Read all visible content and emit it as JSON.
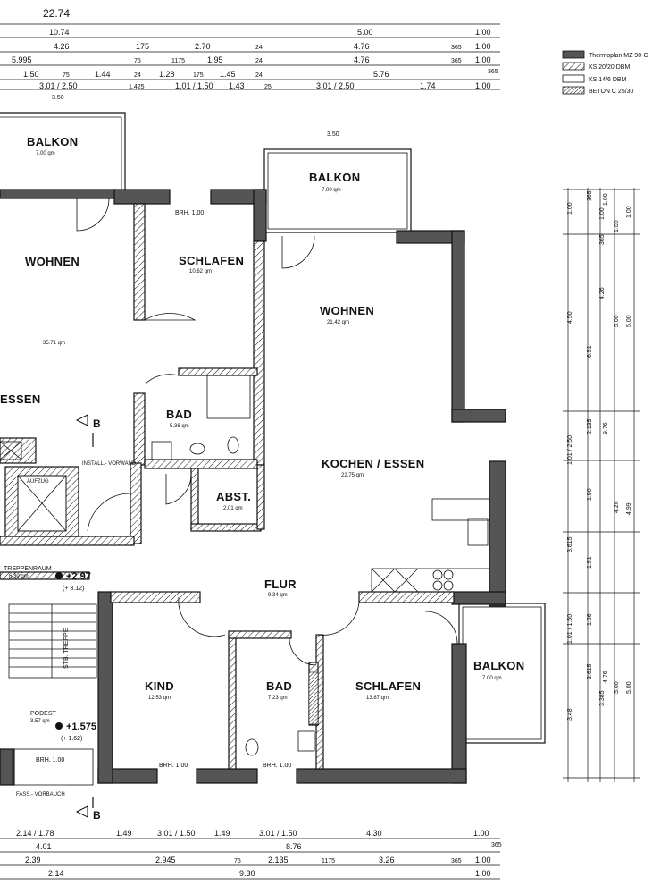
{
  "top_dimensions": {
    "overall": "22.74",
    "row1": [
      "10.74",
      "5.00",
      "1.00"
    ],
    "row2": [
      "4.26",
      "175",
      "2.70",
      "24",
      "4.76",
      "365",
      "1.00"
    ],
    "row3": [
      "5.995",
      "75",
      "1175",
      "1.95",
      "24",
      "4.76",
      "365",
      "1.00"
    ],
    "row4": [
      "1.50",
      "75",
      "1.44",
      "24",
      "1.28",
      "175",
      "1.45",
      "24",
      "5.76",
      "365"
    ],
    "row5": [
      "3.01 / 2.50",
      "1.425",
      "1.01 / 1.50",
      "1.43",
      "25",
      "3.01 / 2.50",
      "1.74",
      "1.00"
    ],
    "small": "3.50"
  },
  "legend": [
    {
      "label": "Thermoplan  MZ 90-G",
      "swatch": "solid"
    },
    {
      "label": "KS 20/20  DBM",
      "swatch": "hatch"
    },
    {
      "label": "KS 14/6  DBM",
      "swatch": "empty"
    },
    {
      "label": "BETON  C 25/30",
      "swatch": "hatch-dense"
    }
  ],
  "rooms": [
    {
      "name": "BALKON",
      "area": "7.00 qm"
    },
    {
      "name": "BALKON",
      "area": "7.00 qm"
    },
    {
      "name": "WOHNEN",
      "area": ""
    },
    {
      "name": "ESSEN",
      "area": "35.71 qm"
    },
    {
      "name": "SCHLAFEN",
      "area": "10.62 qm"
    },
    {
      "name": "WOHNEN",
      "area": "21.42 qm"
    },
    {
      "name": "BAD",
      "area": "5.36 qm"
    },
    {
      "name": "KOCHEN / ESSEN",
      "area": "22.75 qm"
    },
    {
      "name": "ABST.",
      "area": "2.01 qm"
    },
    {
      "name": "FLUR",
      "area": "9.34 qm"
    },
    {
      "name": "KIND",
      "area": "12.53 qm"
    },
    {
      "name": "BAD",
      "area": "7.23 qm"
    },
    {
      "name": "SCHLAFEN",
      "area": "13.87 qm"
    },
    {
      "name": "BALKON",
      "area": "7.00 qm"
    }
  ],
  "labels": {
    "brh_top": "BRH. 1.00",
    "brh_kind": "BRH. 1.00",
    "brh_bad": "BRH. 1.00",
    "brh_stair": "BRH. 1.00",
    "treppenraum": "TREPPENRAUM",
    "treppen_area": "6.30 qm",
    "level_upper": "+2.97",
    "level_upper_sub": "(+ 3.12)",
    "level_lower": "+1.575",
    "level_lower_sub": "(+ 1.62)",
    "podest": "PODEST",
    "podest_area": "3.57 qm",
    "stufen": "STB. TREPPE",
    "aufzug": "AUFZUG",
    "installation": "INSTALL.- VORWAND",
    "section_b_top": "B",
    "section_b_bottom": "B",
    "vorbau": "FASS.- VORBAUCH"
  },
  "bottom_dimensions": {
    "row1": [
      "2.14 / 1.78",
      "1.49",
      "3.01 / 1.50",
      "1.49",
      "3.01 / 1.50",
      "4.30",
      "1.00"
    ],
    "row2": [
      "4.01",
      "8.76",
      "365"
    ],
    "row3": [
      "2.39",
      "2.945",
      "75",
      "2.135",
      "1175",
      "3.26",
      "365",
      "1.00"
    ],
    "row4": [
      "2.14",
      "9.30",
      "1.00"
    ]
  },
  "right_dimensions": {
    "col1": [
      "1.00",
      "4.50",
      "6.51",
      "1.01 / 2.50",
      "3.615",
      "1.01 / 1.50",
      "3.48"
    ],
    "col2": [
      "365",
      "1.00",
      "4.26",
      "2.135",
      "365",
      "1.90",
      "1.51",
      "1.26",
      "3.615",
      "3.385"
    ],
    "col3": [
      "1.00",
      "1.00",
      "5.00",
      "9.76",
      "4.26",
      "4.76",
      "5.00"
    ],
    "col4": [
      "1.00",
      "5.00",
      "4.99",
      "5.00"
    ]
  }
}
